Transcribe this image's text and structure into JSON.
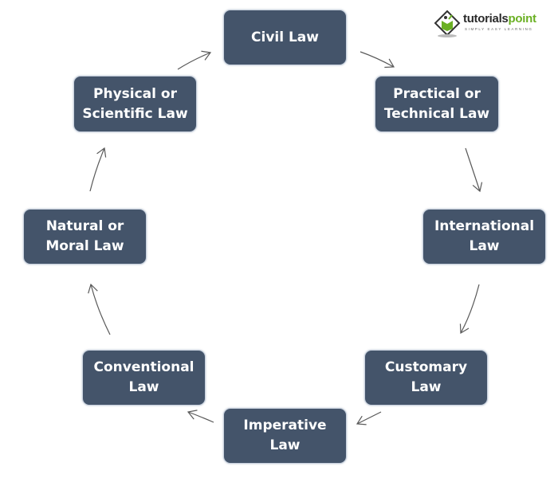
{
  "logo": {
    "brand_part1": "tutorials",
    "brand_part2": "point",
    "tagline": "SIMPLY EASY LEARNING",
    "brand_colors": {
      "dark": "#2b2b2b",
      "green": "#6ab023"
    }
  },
  "diagram": {
    "type": "cycle",
    "node_color": "#44546a",
    "text_color": "#ffffff",
    "arrow_color": "#595959",
    "nodes": [
      {
        "id": "civil",
        "label": "Civil Law"
      },
      {
        "id": "practical",
        "label": "Practical or\nTechnical Law"
      },
      {
        "id": "international",
        "label": "International\nLaw"
      },
      {
        "id": "customary",
        "label": "Customary\nLaw"
      },
      {
        "id": "imperative",
        "label": "Imperative\nLaw"
      },
      {
        "id": "conventional",
        "label": "Conventional\nLaw"
      },
      {
        "id": "natural",
        "label": "Natural or\nMoral Law"
      },
      {
        "id": "physical",
        "label": "Physical or\nScientific Law"
      }
    ],
    "edges": [
      {
        "from": "civil",
        "to": "practical"
      },
      {
        "from": "practical",
        "to": "international"
      },
      {
        "from": "international",
        "to": "customary"
      },
      {
        "from": "customary",
        "to": "imperative"
      },
      {
        "from": "imperative",
        "to": "conventional"
      },
      {
        "from": "conventional",
        "to": "natural"
      },
      {
        "from": "natural",
        "to": "physical"
      },
      {
        "from": "physical",
        "to": "civil"
      }
    ]
  }
}
